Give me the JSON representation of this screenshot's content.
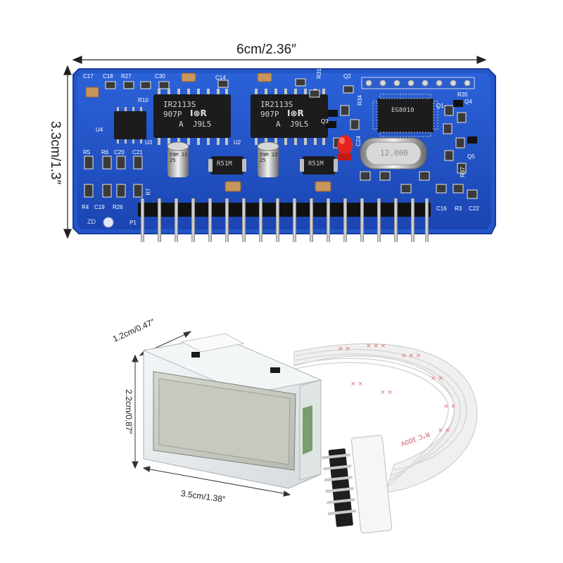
{
  "colors": {
    "pcb_blue": "#1f4fc4",
    "pcb_edge": "#2a5fd6",
    "chip_black": "#1c1c1e",
    "pin_silver": "#b8b8b8",
    "led_red": "#e2241f",
    "lcd_grey": "#c9ccc3",
    "ribbon_white": "#eeeeee",
    "ribbon_red": "#e06a72",
    "case_clear": "#e9eef0"
  },
  "board": {
    "width_label": "6cm/2.36″",
    "height_label": "3.3cm/1.3″",
    "chip_left": {
      "line1": "IR2113S",
      "line2": "907P",
      "logo": "I⊗R",
      "line3": "A  J9L5"
    },
    "chip_right": {
      "line1": "IR2113S",
      "line2": "907P",
      "logo": "I⊗R",
      "line3": "A  J9L5"
    },
    "mcu": {
      "label": "EG8010"
    },
    "resistor_left": "R51M",
    "resistor_right": "R51M",
    "cap_left": "59M 22 25",
    "cap_right": "59M 22 25",
    "crystal": "12.000",
    "silkscreen": [
      "C17",
      "C18",
      "R27",
      "C30",
      "C14",
      "R31",
      "Q2",
      "R10",
      "U4",
      "R5",
      "R6",
      "C20",
      "C21",
      "R4",
      "C19",
      "R26",
      "R7",
      "P1",
      "R35",
      "R34",
      "Q4",
      "Q1",
      "Q3",
      "C24",
      "Q5",
      "R37",
      "C16",
      "R3",
      "C22",
      "U2",
      "U3",
      "ZD"
    ]
  },
  "lcd_module": {
    "depth_label": "1.2cm/0.47″",
    "height_label": "2.2cm/0.87″",
    "width_label": "3.5cm/1.38″",
    "cable_text": "R°C 300V"
  }
}
